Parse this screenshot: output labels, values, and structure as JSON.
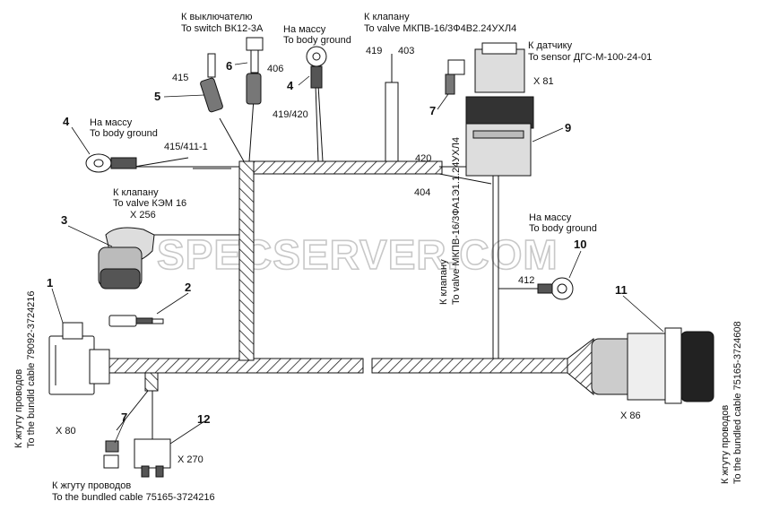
{
  "watermark": "SPECSERVER.COM",
  "labels": {
    "switch_ru": "К выключателю",
    "switch_en": "To switch ВК12-3А",
    "ground_top_ru": "На массу",
    "ground_top_en": "To body ground",
    "valve_top_ru": "К клапану",
    "valve_top_en": "To valve МКПВ-16/3Ф4В2.24УХЛ4",
    "sensor_ru": "К датчику",
    "sensor_en": "To sensor ДГС-М-100-24-01",
    "ground_left_ru": "На массу",
    "ground_left_en": "To body ground",
    "valve_kem_ru": "К клапану",
    "valve_kem_en": "To valve КЭМ 16",
    "ground_right_ru": "На массу",
    "ground_right_en": "To body ground",
    "bundle_left_ru": "К жгуту проводов",
    "bundle_left_en": "To the bundld cable 79092-3724216",
    "bundle_right_ru": "К жгуту проводов",
    "bundle_right_en": "To the bundled cable 75165-3724608",
    "bundle_bottom_ru": "К жгуту проводов",
    "bundle_bottom_en": "To the bundled cable 75165-3724216",
    "valve_rot_ru": "К клапану",
    "valve_rot_en": "To valve МКПВ-16/3ФА1Э1.1.24УХЛ4"
  },
  "connectors": {
    "x256": "X 256",
    "x80": "X 80",
    "x270": "X 270",
    "x81": "X 81",
    "x86": "X 86"
  },
  "wires": {
    "w415": "415",
    "w406": "406",
    "w419": "419",
    "w403": "403",
    "w419_420": "419/420",
    "w415_411": "415/411-1",
    "w420": "420",
    "w404": "404",
    "w412": "412"
  },
  "callouts": {
    "c1": "1",
    "c2": "2",
    "c3": "3",
    "c4a": "4",
    "c4b": "4",
    "c5": "5",
    "c6": "6",
    "c7a": "7",
    "c7b": "7",
    "c9": "9",
    "c10": "10",
    "c11": "11",
    "c12": "12"
  }
}
